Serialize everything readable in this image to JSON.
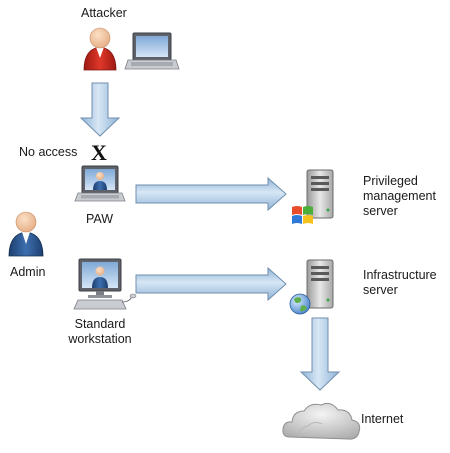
{
  "labels": {
    "attacker": "Attacker",
    "no_access": "No access",
    "no_access_mark": "X",
    "paw": "PAW",
    "admin": "Admin",
    "standard_workstation_line1": "Standard",
    "standard_workstation_line2": "workstation",
    "priv_server_line1": "Privileged",
    "priv_server_line2": "management",
    "priv_server_line3": "server",
    "infra_server_line1": "Infrastructure",
    "infra_server_line2": "server",
    "internet": "Internet"
  },
  "icons": {
    "attacker_person": "person-red-icon",
    "attacker_laptop": "laptop-icon",
    "paw_laptop": "laptop-with-user-icon",
    "admin_person": "person-blue-icon",
    "standard_workstation": "desktop-computer-icon",
    "priv_server": "server-with-windows-logo-icon",
    "infra_server": "server-with-globe-icon",
    "internet": "cloud-icon"
  },
  "colors": {
    "attacker": "#cc2a1e",
    "admin": "#2d5a96",
    "arrow_fill": "#b9d3ea",
    "arrow_stroke": "#6f8fae"
  }
}
